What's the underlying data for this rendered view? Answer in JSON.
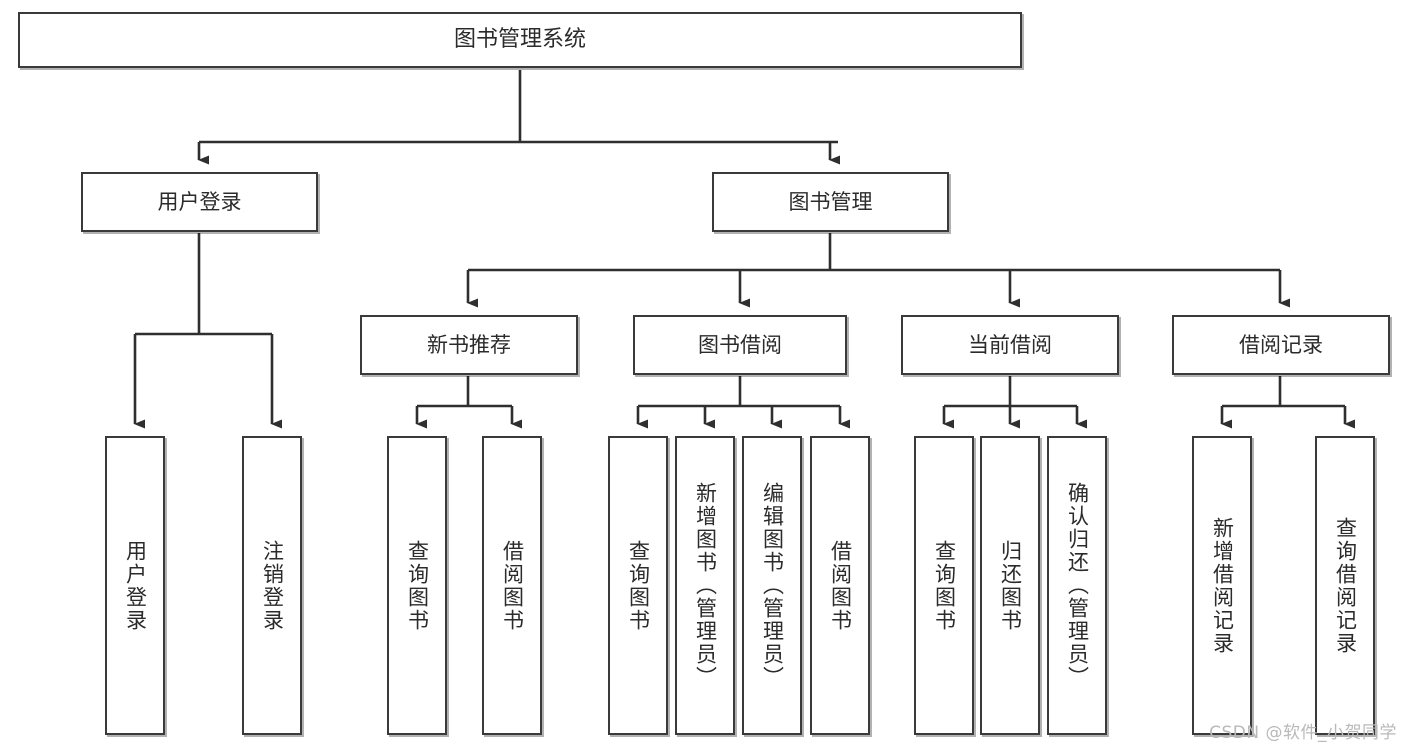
{
  "diagram": {
    "title": "图书管理系统",
    "type": "tree",
    "watermark": "CSDN @软件_小贺同学",
    "colors": {
      "box_border": "#3a3a3a",
      "box_fill": "#ffffff",
      "edge": "#2f2f2f",
      "text": "#2b2b2b",
      "watermark": "#b9b9b9",
      "background": "#ffffff"
    },
    "nodes": {
      "root": {
        "label": "图书管理系统"
      },
      "level1": [
        {
          "id": "user-login",
          "label": "用户登录"
        },
        {
          "id": "book-manage",
          "label": "图书管理"
        }
      ],
      "level2": [
        {
          "id": "new-book-recommend",
          "label": "新书推荐"
        },
        {
          "id": "book-borrow",
          "label": "图书借阅"
        },
        {
          "id": "current-borrow",
          "label": "当前借阅"
        },
        {
          "id": "borrow-record",
          "label": "借阅记录"
        }
      ],
      "leaves": {
        "user-login": [
          {
            "id": "leaf-user-login",
            "label": "用户登录"
          },
          {
            "id": "leaf-user-logout",
            "label": "注销登录"
          }
        ],
        "new-book-recommend": [
          {
            "id": "leaf-query-book-1",
            "label": "查询图书"
          },
          {
            "id": "leaf-borrow-book-1",
            "label": "借阅图书"
          }
        ],
        "book-borrow": [
          {
            "id": "leaf-query-book-2",
            "label": "查询图书"
          },
          {
            "id": "leaf-add-book",
            "label": "新增图书（管理员）"
          },
          {
            "id": "leaf-edit-book",
            "label": "编辑图书（管理员）"
          },
          {
            "id": "leaf-borrow-book-2",
            "label": "借阅图书"
          }
        ],
        "current-borrow": [
          {
            "id": "leaf-query-book-3",
            "label": "查询图书"
          },
          {
            "id": "leaf-return-book",
            "label": "归还图书"
          },
          {
            "id": "leaf-confirm-return",
            "label": "确认归还（管理员）"
          }
        ],
        "borrow-record": [
          {
            "id": "leaf-add-record",
            "label": "新增借阅记录"
          },
          {
            "id": "leaf-query-record",
            "label": "查询借阅记录"
          }
        ]
      }
    }
  }
}
